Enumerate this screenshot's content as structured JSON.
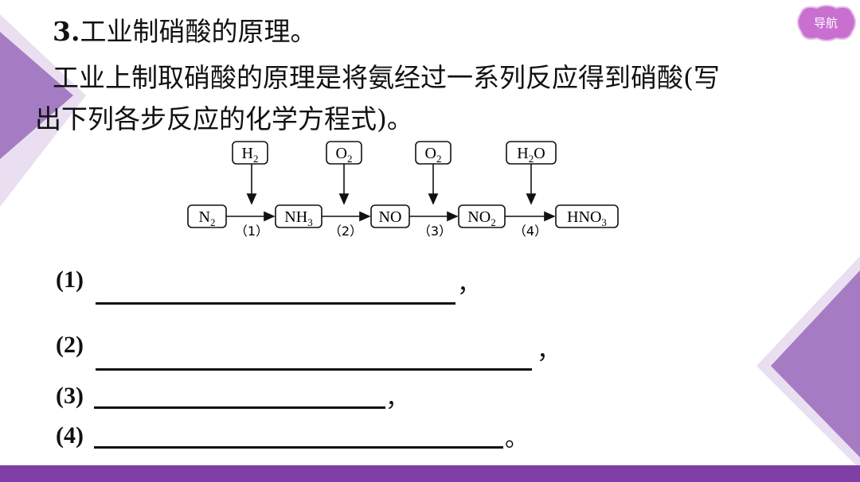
{
  "nav": {
    "label": "导航"
  },
  "heading": {
    "number": "3.",
    "text": "工业制硝酸的原理。"
  },
  "paragraph": {
    "line1": "工业上制取硝酸的原理是将氨经过一系列反应得到硝酸(写",
    "line2": "出下列各步反应的化学方程式)。"
  },
  "diagram": {
    "reagents": [
      {
        "base": "H",
        "sub": "2",
        "tail": ""
      },
      {
        "base": "O",
        "sub": "2",
        "tail": ""
      },
      {
        "base": "O",
        "sub": "2",
        "tail": ""
      },
      {
        "base": "H",
        "sub": "2",
        "tail": "O"
      }
    ],
    "species": [
      {
        "base": "N",
        "sub": "2",
        "tail": ""
      },
      {
        "base": "NH",
        "sub": "3",
        "tail": ""
      },
      {
        "base": "NO",
        "sub": "",
        "tail": ""
      },
      {
        "base": "NO",
        "sub": "2",
        "tail": ""
      },
      {
        "base": "HNO",
        "sub": "3",
        "tail": ""
      }
    ],
    "steps": [
      "（1）",
      "（2）",
      "（3）",
      "（4）"
    ]
  },
  "questions": [
    {
      "label": "(1)",
      "punct": "，"
    },
    {
      "label": "(2)",
      "punct": "，"
    },
    {
      "label": "(3)",
      "punct": "，"
    },
    {
      "label": "(4)",
      "punct": "。"
    }
  ],
  "colors": {
    "accent": "#7f3fa6",
    "light_accent": "#d8c5e6",
    "mid_accent": "#a57cc4"
  }
}
